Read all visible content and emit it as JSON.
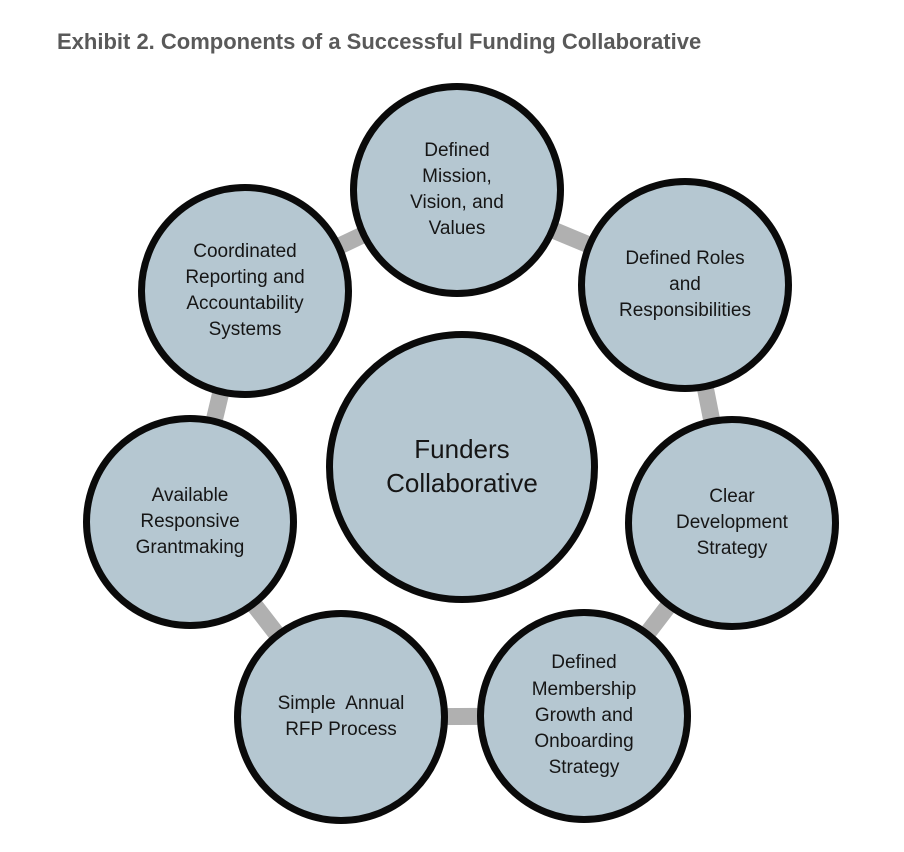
{
  "title": "Exhibit 2. Components of a Successful Funding Collaborative",
  "diagram": {
    "center_circle": {
      "id": "funders-collaborative",
      "label": "Funders\nCollaborative"
    },
    "outer_circles": [
      {
        "id": "defined-mission-vision-values",
        "label": "Defined\nMission,\nVision, and\nValues"
      },
      {
        "id": "defined-roles-responsibilities",
        "label": "Defined Roles\nand\nResponsibilities"
      },
      {
        "id": "clear-development-strategy",
        "label": "Clear\nDevelopment\nStrategy"
      },
      {
        "id": "defined-membership-growth-onboarding",
        "label": "Defined\nMembership\nGrowth and\nOnboarding\nStrategy"
      },
      {
        "id": "simple-annual-rfp-process",
        "label": "Simple  Annual\nRFP Process"
      },
      {
        "id": "available-responsive-grantmaking",
        "label": "Available\nResponsive\nGrantmaking"
      },
      {
        "id": "coordinated-reporting-accountability",
        "label": "Coordinated\nReporting and\nAccountability\nSystems"
      }
    ]
  },
  "colors": {
    "circle_fill": "#b5c7d1",
    "circle_border": "#0a0a0a",
    "circle_text": "#161616",
    "connector": "#b0b0b0",
    "title_text": "#595959"
  }
}
